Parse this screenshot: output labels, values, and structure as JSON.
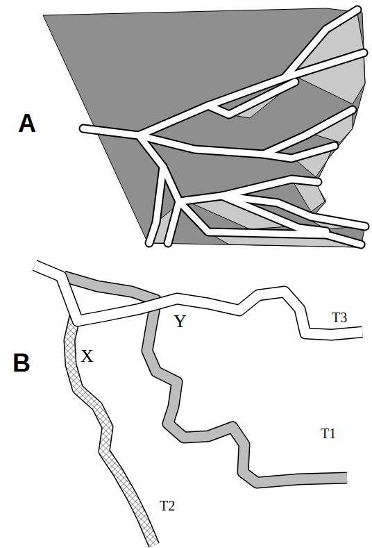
{
  "diagram": {
    "labels": [
      "A",
      "B",
      "X",
      "Y",
      "T1",
      "T2",
      "T3"
    ]
  }
}
